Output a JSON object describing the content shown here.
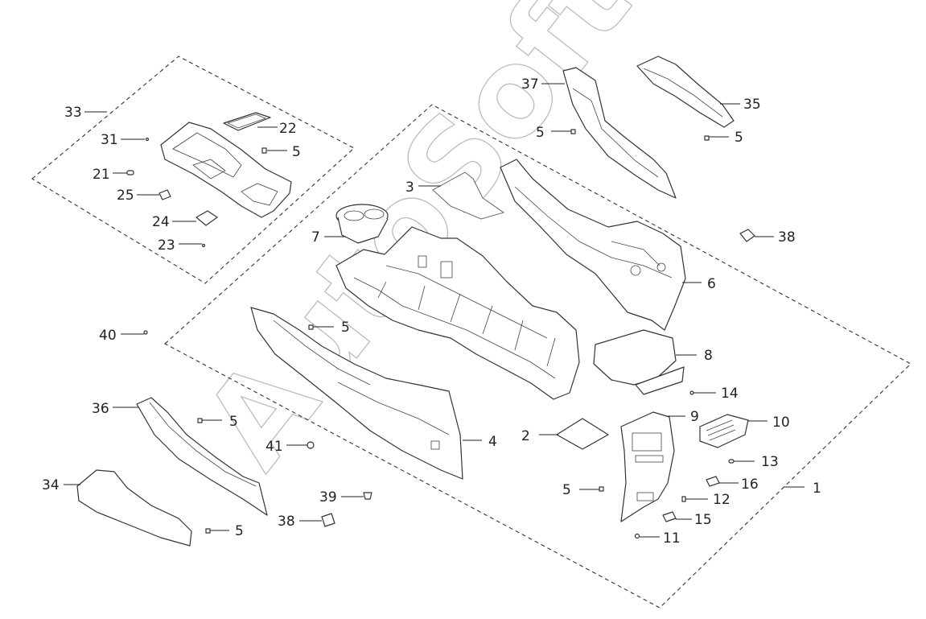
{
  "watermark": "AutoSoft",
  "callouts": [
    {
      "id": "c33",
      "label": "33"
    },
    {
      "id": "c31",
      "label": "31"
    },
    {
      "id": "c22",
      "label": "22"
    },
    {
      "id": "c5a",
      "label": "5"
    },
    {
      "id": "c21",
      "label": "21"
    },
    {
      "id": "c25",
      "label": "25"
    },
    {
      "id": "c24",
      "label": "24"
    },
    {
      "id": "c23",
      "label": "23"
    },
    {
      "id": "c37",
      "label": "37"
    },
    {
      "id": "c35",
      "label": "35"
    },
    {
      "id": "c5b",
      "label": "5"
    },
    {
      "id": "c5c",
      "label": "5"
    },
    {
      "id": "c3",
      "label": "3"
    },
    {
      "id": "c7",
      "label": "7"
    },
    {
      "id": "c38a",
      "label": "38"
    },
    {
      "id": "c6",
      "label": "6"
    },
    {
      "id": "c40",
      "label": "40"
    },
    {
      "id": "c5d",
      "label": "5"
    },
    {
      "id": "c8",
      "label": "8"
    },
    {
      "id": "c14",
      "label": "14"
    },
    {
      "id": "c36",
      "label": "36"
    },
    {
      "id": "c5e",
      "label": "5"
    },
    {
      "id": "c9",
      "label": "9"
    },
    {
      "id": "c10",
      "label": "10"
    },
    {
      "id": "c2",
      "label": "2"
    },
    {
      "id": "c4",
      "label": "4"
    },
    {
      "id": "c41",
      "label": "41"
    },
    {
      "id": "c13",
      "label": "13"
    },
    {
      "id": "c34",
      "label": "34"
    },
    {
      "id": "c16",
      "label": "16"
    },
    {
      "id": "c1",
      "label": "1"
    },
    {
      "id": "c5f",
      "label": "5"
    },
    {
      "id": "c39",
      "label": "39"
    },
    {
      "id": "c12",
      "label": "12"
    },
    {
      "id": "c38b",
      "label": "38"
    },
    {
      "id": "c15",
      "label": "15"
    },
    {
      "id": "c5g",
      "label": "5"
    },
    {
      "id": "c11",
      "label": "11"
    }
  ]
}
